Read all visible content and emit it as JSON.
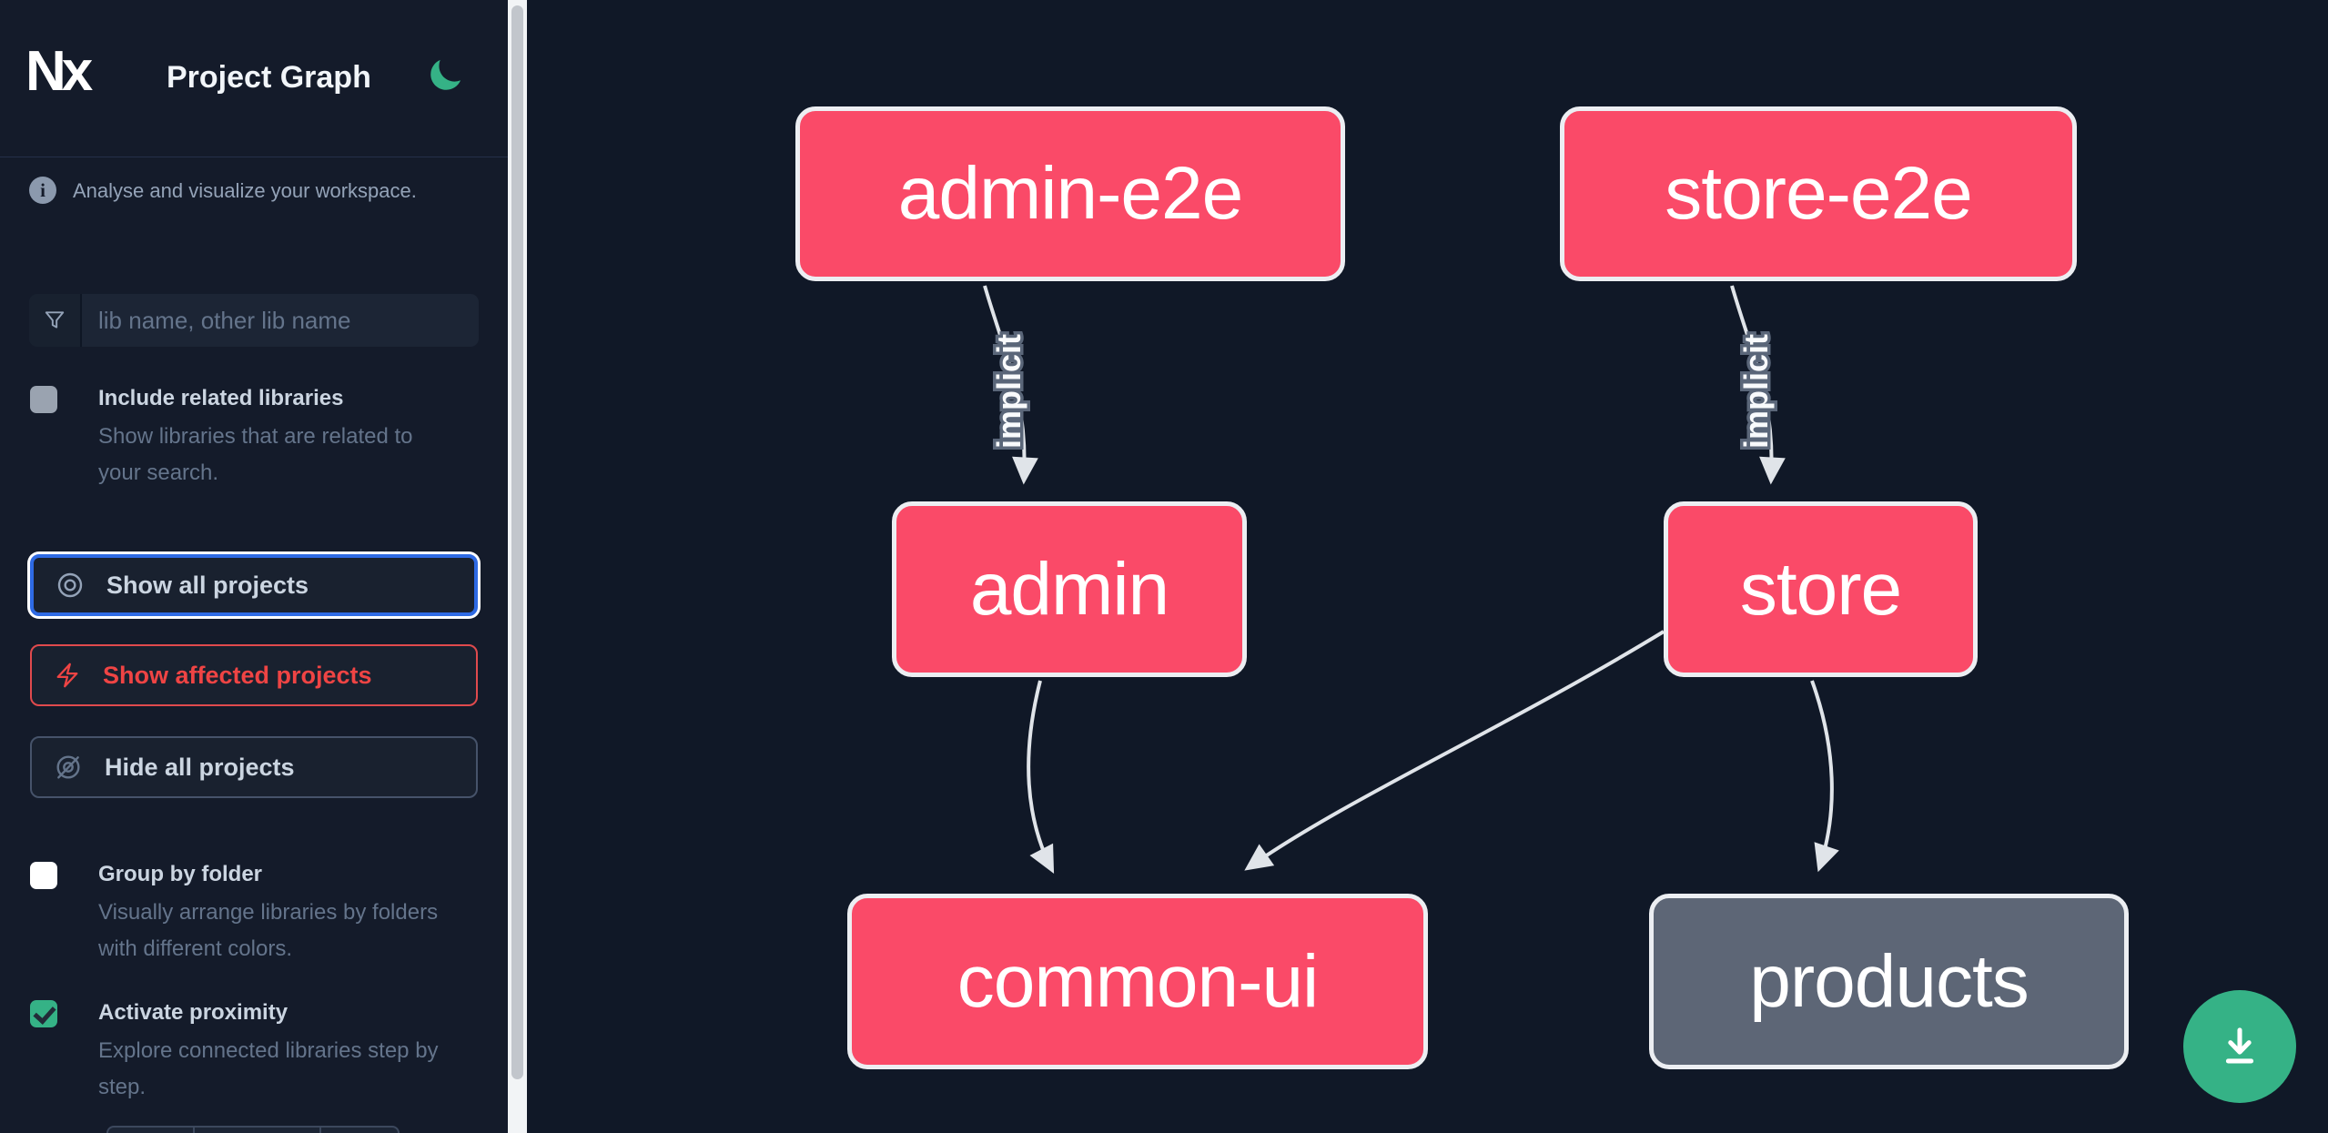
{
  "app": {
    "logo": "Nx",
    "title": "Project Graph"
  },
  "sidebar": {
    "tagline": "Analyse and visualize your workspace.",
    "filter": {
      "placeholder": "lib name, other lib name",
      "value": ""
    },
    "toggles": [
      {
        "label": "Include related libraries",
        "description": "Show libraries that are related to your search.",
        "checked": false
      },
      {
        "label": "Group by folder",
        "description": "Visually arrange libraries by folders with different colors.",
        "checked": false
      },
      {
        "label": "Activate proximity",
        "description": "Explore connected libraries step by step.",
        "checked": true
      }
    ],
    "actions": {
      "show_all": "Show all projects",
      "show_affected": "Show affected projects",
      "hide_all": "Hide all projects"
    }
  },
  "graph": {
    "nodes": [
      {
        "id": "admin-e2e",
        "label": "admin-e2e",
        "color": "#fa4a68"
      },
      {
        "id": "store-e2e",
        "label": "store-e2e",
        "color": "#fa4a68"
      },
      {
        "id": "admin",
        "label": "admin",
        "color": "#fa4a68"
      },
      {
        "id": "store",
        "label": "store",
        "color": "#fa4a68"
      },
      {
        "id": "common-ui",
        "label": "common-ui",
        "color": "#fa4a68"
      },
      {
        "id": "products",
        "label": "products",
        "color": "#5d6676"
      }
    ],
    "edges": [
      {
        "source": "admin-e2e",
        "target": "admin",
        "label": "implicit"
      },
      {
        "source": "store-e2e",
        "target": "store",
        "label": "implicit"
      },
      {
        "source": "admin",
        "target": "common-ui",
        "label": ""
      },
      {
        "source": "store",
        "target": "common-ui",
        "label": ""
      },
      {
        "source": "store",
        "target": "products",
        "label": ""
      }
    ]
  },
  "colors": {
    "accent_green": "#35b286",
    "node_pink": "#fa4a68",
    "node_gray": "#5d6676",
    "focus_blue": "#2e6ae4",
    "affected_red": "#ef4444",
    "background": "#101827",
    "edge": "#e0e4e9"
  }
}
